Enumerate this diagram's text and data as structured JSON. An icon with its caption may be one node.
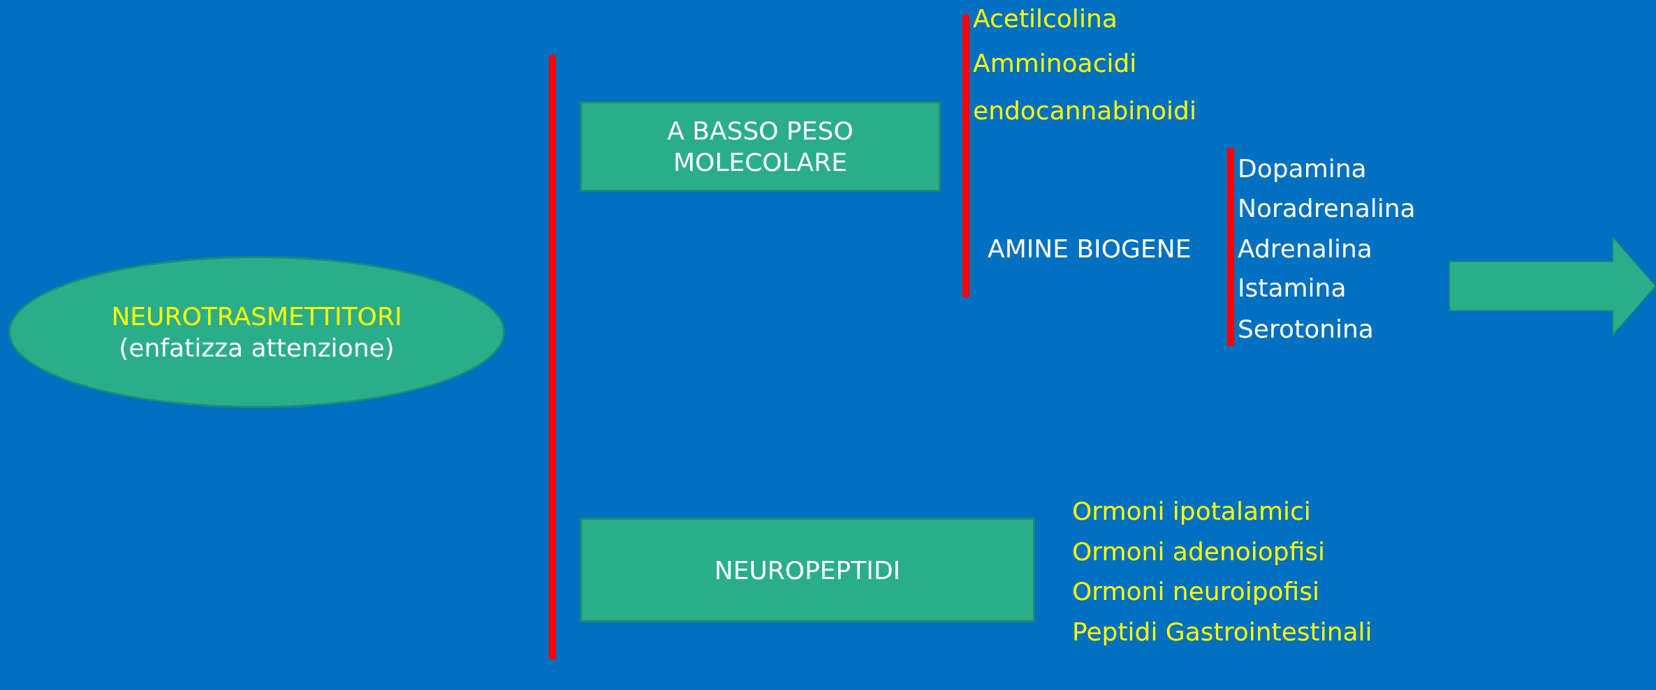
{
  "diagram": {
    "nodes": [
      {
        "text": [
          "NEUROTRASMETTITORI",
          "(enfatizza attenzione)"
        ]
      },
      {
        "text": [
          "A BASSO PESO MOLECOLARE"
        ]
      },
      {
        "text": [
          "NEUROPEPTIDI"
        ]
      },
      {
        "text": [],
        "shape": "arrow"
      }
    ],
    "edges": [],
    "labels": [
      "Acetilcolina",
      "Amminoacidi",
      "endocannabinoidi",
      "AMINE BIOGENE",
      "Dopamina",
      "Noradrenalina",
      "Adrenalina",
      "Istamina",
      "Serotonina",
      "Ormoni ipotalamici",
      "Ormoni adenoiopfisi",
      "Ormoni neuroipofisi",
      "Peptidi Gastrointestinali"
    ]
  }
}
